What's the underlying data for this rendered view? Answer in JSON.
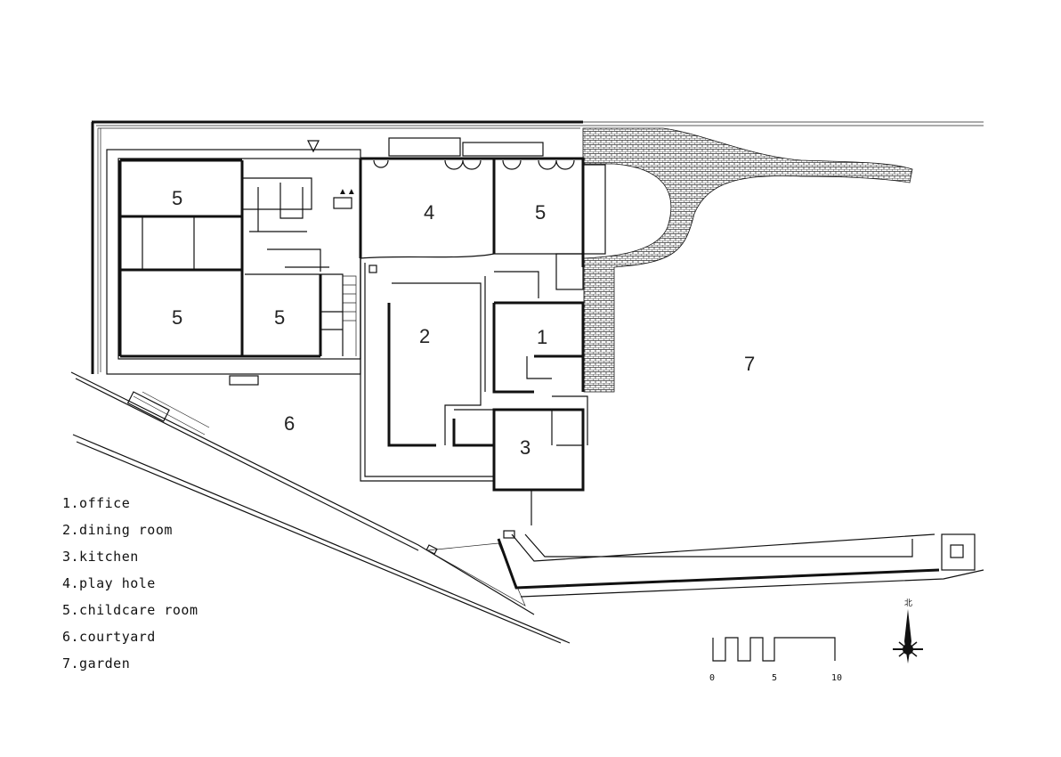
{
  "rooms": {
    "office": "1",
    "dining": "2",
    "kitchen": "3",
    "play": "4",
    "childcare_nw": "5",
    "childcare_sw": "5",
    "childcare_s": "5",
    "childcare_ne": "5",
    "courtyard": "6",
    "garden": "7"
  },
  "legend": [
    "1.office",
    "2.dining room",
    "3.kitchen",
    "4.play hole",
    "5.childcare room",
    "6.courtyard",
    "7.garden"
  ],
  "scale": {
    "labels": [
      "0",
      "5",
      "10"
    ]
  },
  "north_label": "北"
}
